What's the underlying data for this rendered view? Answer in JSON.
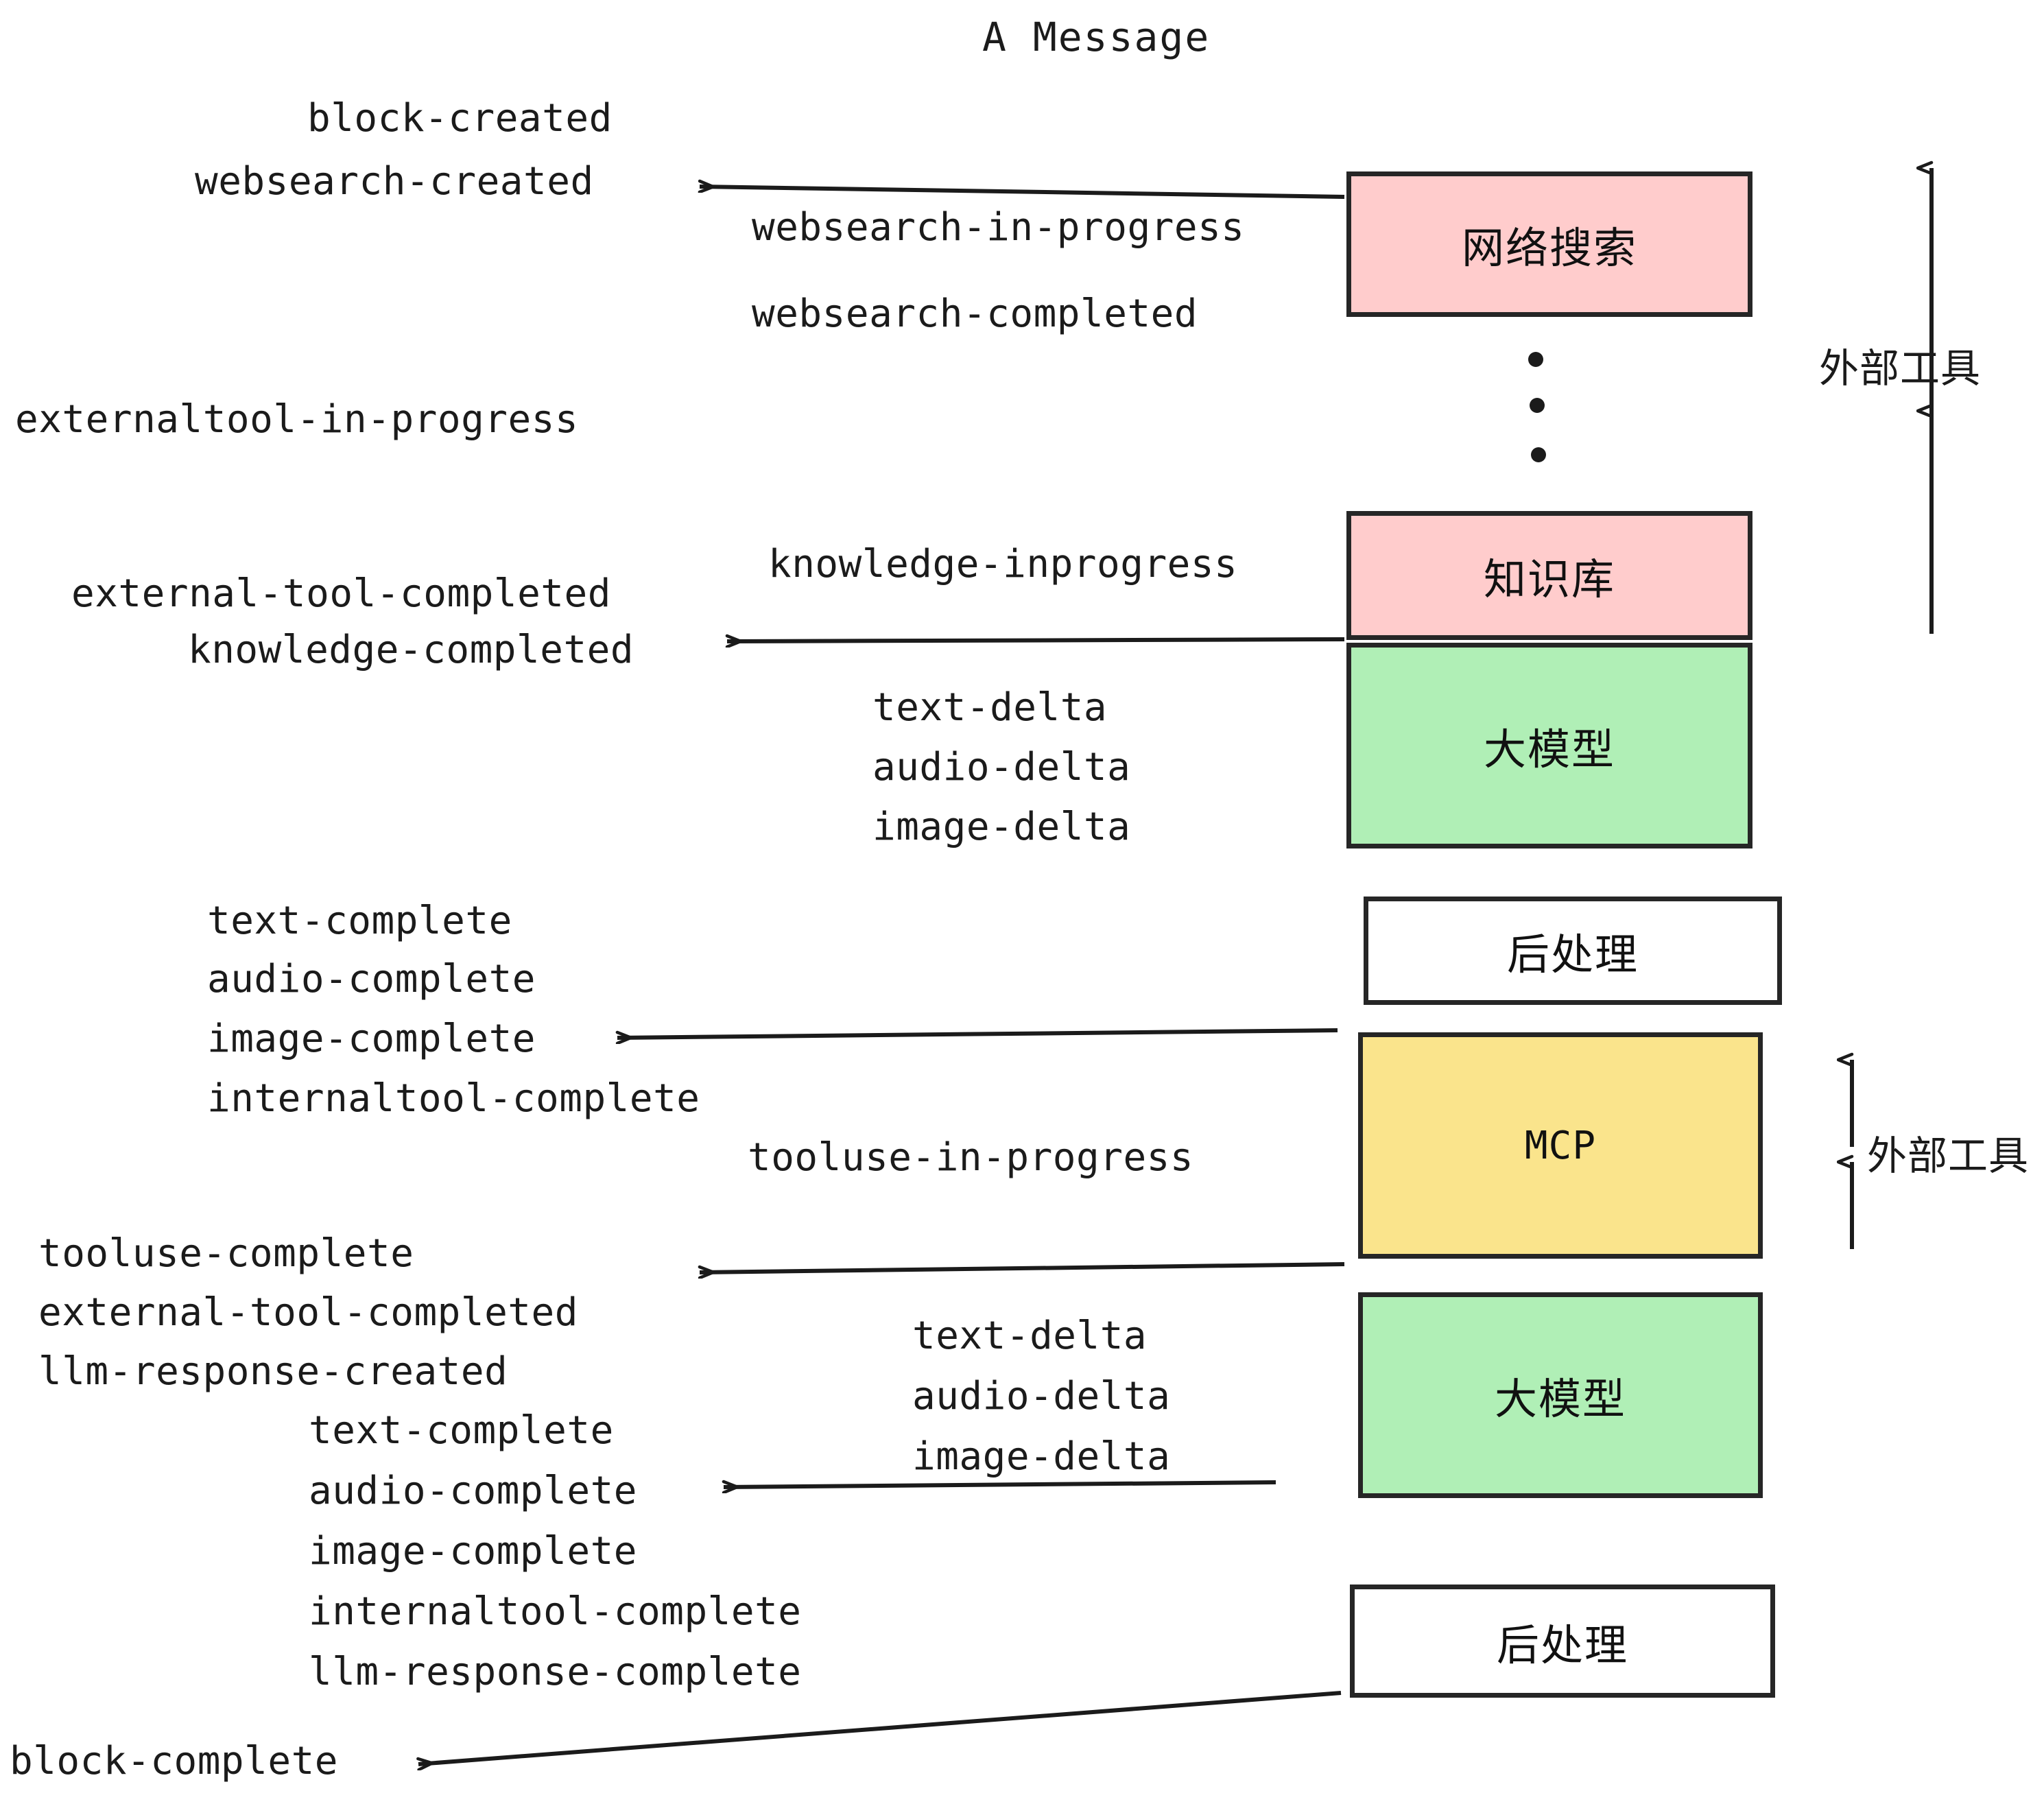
{
  "diagram": {
    "title": "A Message",
    "colors": {
      "pink": "#FFCCCC",
      "green": "#B0EFB6",
      "yellow": "#FAE48C",
      "white": "#FFFFFF",
      "stroke": "#262626",
      "text": "#1b1b1b"
    },
    "nodes": [
      {
        "id": "websearch",
        "label": "网络搜索",
        "fill": "#FFCCCC"
      },
      {
        "id": "knowledge",
        "label": "知识库",
        "fill": "#FFCCCC"
      },
      {
        "id": "llm-top",
        "label": "大模型",
        "fill": "#B0EFB6"
      },
      {
        "id": "postprocess-1",
        "label": "后处理",
        "fill": "#FFFFFF"
      },
      {
        "id": "mcp",
        "label": "MCP",
        "fill": "#FAE48C"
      },
      {
        "id": "llm-bottom",
        "label": "大模型",
        "fill": "#B0EFB6"
      },
      {
        "id": "postprocess-2",
        "label": "后处理",
        "fill": "#FFFFFF"
      }
    ],
    "side_labels": [
      {
        "id": "external-tools-top",
        "label": "外部工具"
      },
      {
        "id": "external-tools-bottom",
        "label": "外部工具"
      }
    ],
    "events": [
      {
        "id": "block-created",
        "text": "block-created"
      },
      {
        "id": "websearch-created",
        "text": "websearch-created"
      },
      {
        "id": "websearch-in-progress",
        "text": "websearch-in-progress"
      },
      {
        "id": "websearch-completed",
        "text": "websearch-completed"
      },
      {
        "id": "externaltool-in-progress",
        "text": "externaltool-in-progress"
      },
      {
        "id": "knowledge-inprogress",
        "text": "knowledge-inprogress"
      },
      {
        "id": "external-tool-completed-1",
        "text": "external-tool-completed"
      },
      {
        "id": "knowledge-completed",
        "text": "knowledge-completed"
      },
      {
        "id": "text-delta-1",
        "text": "text-delta"
      },
      {
        "id": "audio-delta-1",
        "text": "audio-delta"
      },
      {
        "id": "image-delta-1",
        "text": "image-delta"
      },
      {
        "id": "text-complete-1",
        "text": "text-complete"
      },
      {
        "id": "audio-complete-1",
        "text": "audio-complete"
      },
      {
        "id": "image-complete-1",
        "text": "image-complete"
      },
      {
        "id": "internaltool-complete-1",
        "text": "internaltool-complete"
      },
      {
        "id": "tooluse-in-progress",
        "text": "tooluse-in-progress"
      },
      {
        "id": "tooluse-complete",
        "text": "tooluse-complete"
      },
      {
        "id": "external-tool-completed-2",
        "text": "external-tool-completed"
      },
      {
        "id": "llm-response-created",
        "text": "llm-response-created"
      },
      {
        "id": "text-delta-2",
        "text": "text-delta"
      },
      {
        "id": "audio-delta-2",
        "text": "audio-delta"
      },
      {
        "id": "image-delta-2",
        "text": "image-delta"
      },
      {
        "id": "text-complete-2",
        "text": "text-complete"
      },
      {
        "id": "audio-complete-2",
        "text": "audio-complete"
      },
      {
        "id": "image-complete-2",
        "text": "image-complete"
      },
      {
        "id": "internaltool-complete-2",
        "text": "internaltool-complete"
      },
      {
        "id": "llm-response-complete",
        "text": "llm-response-complete"
      },
      {
        "id": "block-complete",
        "text": "block-complete"
      }
    ]
  }
}
